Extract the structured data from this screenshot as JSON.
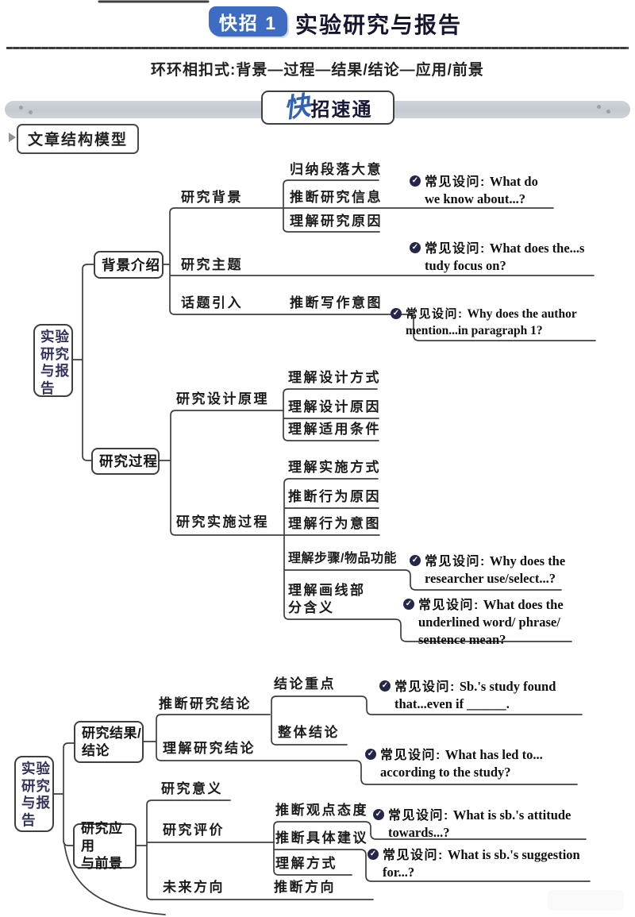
{
  "header": {
    "badge": "快招 1",
    "title": "实验研究与报告",
    "subtitle": "环环相扣式:背景—过程—结果/结论—应用/前景"
  },
  "banner": {
    "script": "快",
    "rest": "招速通"
  },
  "section_label": "文章结构模型",
  "tree1": {
    "root": [
      "实验",
      "研究",
      "与报",
      "告"
    ],
    "branch1": {
      "label": "背景介绍",
      "children": [
        {
          "label": "研究背景",
          "subs": [
            "归纳段落大意",
            "推断研究信息",
            "理解研究原因"
          ]
        },
        {
          "label": "研究主题"
        },
        {
          "label": "话题引入",
          "subs": [
            "推断写作意图"
          ]
        }
      ]
    },
    "branch2": {
      "label": "研究过程",
      "children": [
        {
          "label": "研究设计原理",
          "subs": [
            "理解设计方式",
            "理解设计原因",
            "理解适用条件"
          ]
        },
        {
          "label": "研究实施过程",
          "subs": [
            "理解实施方式",
            "推断行为原因",
            "理解行为意图",
            "理解步骤/物品功能",
            [
              "理解画线部",
              "分含义"
            ]
          ]
        }
      ]
    }
  },
  "tree2": {
    "root": [
      "实验",
      "研究",
      "与报",
      "告"
    ],
    "branch1": {
      "label": [
        "研究结果/",
        "结论"
      ],
      "children": [
        {
          "label": "推断研究结论",
          "subs": [
            "结论重点",
            "整体结论"
          ]
        },
        {
          "label": "理解研究结论"
        }
      ]
    },
    "branch2": {
      "label": [
        "研究应用",
        "与前景"
      ],
      "children": [
        {
          "label": "研究意义"
        },
        {
          "label": "研究评价",
          "subs": [
            "推断观点态度",
            "推断具体建议",
            "理解方式"
          ]
        },
        {
          "label": "未来方向",
          "subs": [
            "推断方向"
          ]
        }
      ]
    }
  },
  "questions": {
    "label": "常见设问:",
    "check_icon": "✓",
    "items": [
      [
        "What do",
        "we know about...?"
      ],
      [
        "What does the...s",
        "tudy focus on?"
      ],
      [
        "Why does the author",
        "mention...in paragraph 1?"
      ],
      [
        "Why does the",
        "researcher use/select...?"
      ],
      [
        "What does the",
        "underlined word/ phrase/",
        "sentence mean?"
      ],
      [
        "Sb.'s study found",
        "that...even if ______."
      ],
      [
        "What has led to...",
        "according to the study?"
      ],
      [
        "What is sb.'s attitude",
        "towards...?"
      ],
      [
        "What is sb.'s suggestion",
        "for...?"
      ]
    ]
  },
  "colors": {
    "badge_blue": "#3e6cc3",
    "title_navy": "#15152e",
    "root_text_navy": "#32325c",
    "connector_gray": "#3f3f3f",
    "banner_gray": "#c9ced4",
    "check_navy": "#26264a"
  }
}
